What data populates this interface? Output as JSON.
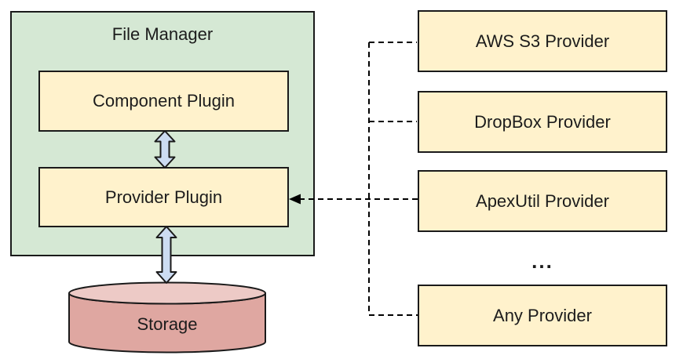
{
  "file_manager": {
    "title": "File Manager",
    "component_plugin_label": "Component Plugin",
    "provider_plugin_label": "Provider Plugin"
  },
  "storage": {
    "label": "Storage"
  },
  "providers": [
    {
      "label": "AWS S3 Provider"
    },
    {
      "label": "DropBox Provider"
    },
    {
      "label": "ApexUtil Provider"
    },
    {
      "label": "Any Provider"
    }
  ],
  "more_providers_ellipsis": "...",
  "colors": {
    "container_fill": "#d5e8d4",
    "node_fill": "#fff2cc",
    "storage_body_fill": "#dfa7a1",
    "storage_top_fill": "#edcac6",
    "arrow_fill": "#ccdcf2",
    "border": "#1a1a1a",
    "connector": "#000000"
  }
}
